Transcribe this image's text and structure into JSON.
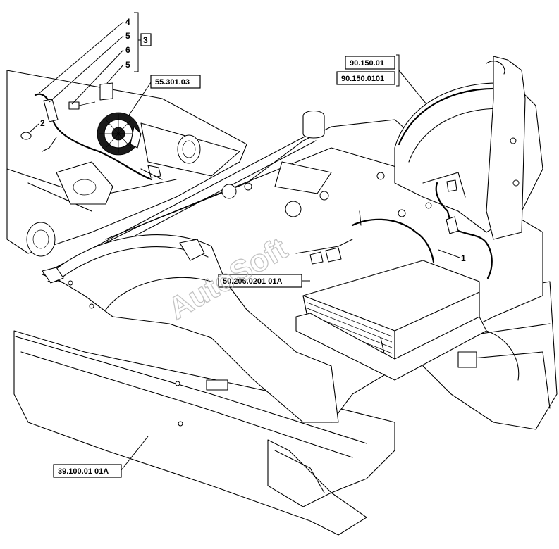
{
  "labels": {
    "ref_55": "55.301.03",
    "ref_90a": "90.150.01",
    "ref_90b": "90.150.0101",
    "ref_50": "50.206.0201 01A",
    "ref_39": "39.100.01 01A"
  },
  "callouts": {
    "n4": "4",
    "n5a": "5",
    "n6": "6",
    "n5b": "5",
    "n3": "3",
    "n2": "2",
    "n1": "1"
  },
  "watermark": "AutoSoft"
}
